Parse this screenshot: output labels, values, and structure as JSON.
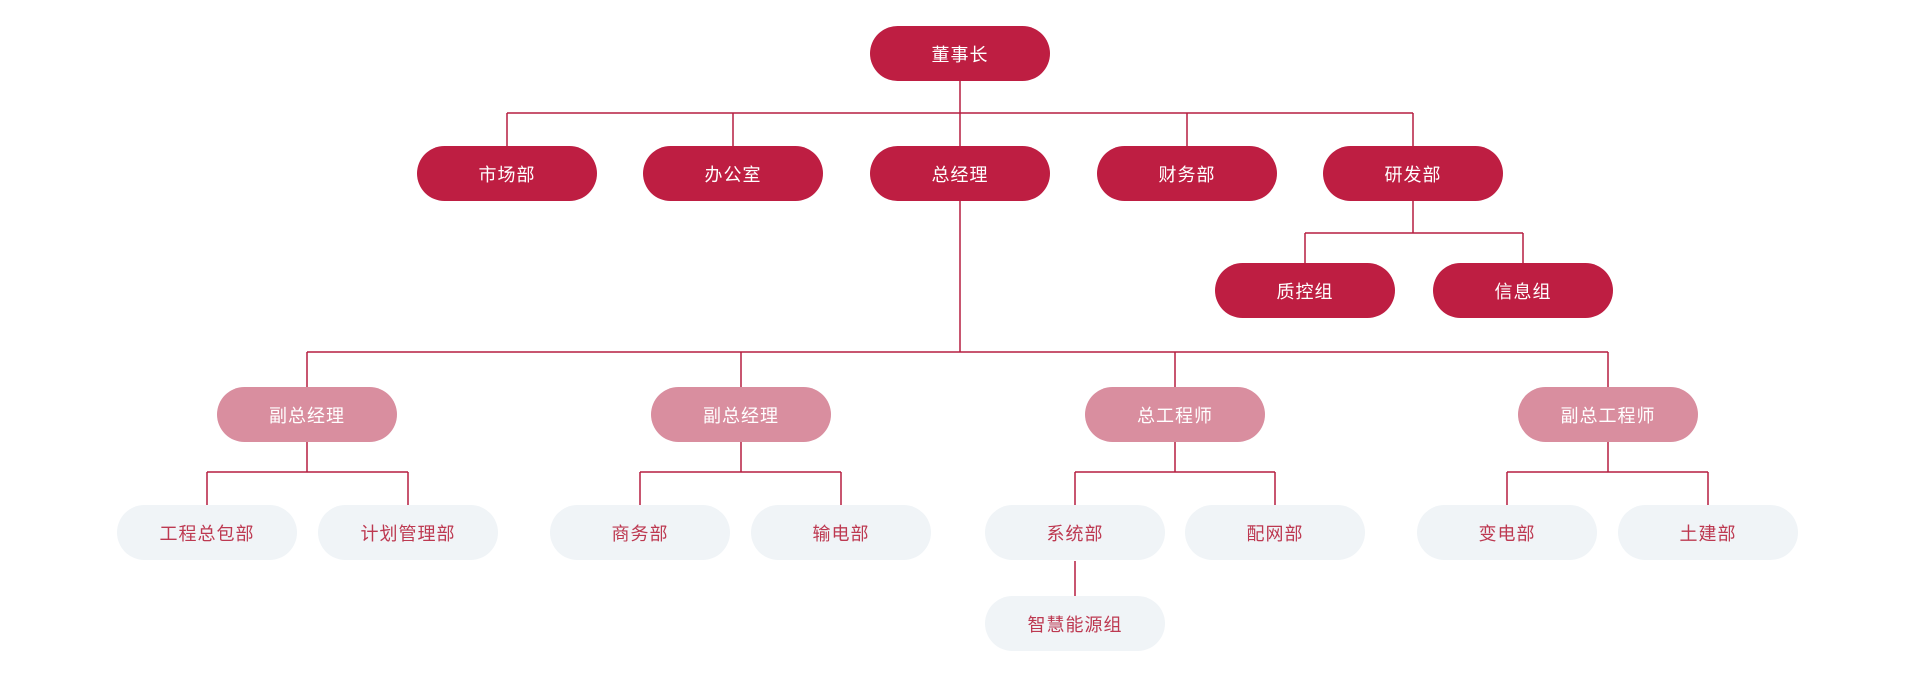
{
  "chart_title": "",
  "colors": {
    "primary": "#be1e42",
    "secondary": "#d98e9f",
    "tertiary_bg": "#f0f4f7",
    "tertiary_text": "#bd3951",
    "line": "#b61e40",
    "background": "#ffffff"
  },
  "org": {
    "label": "董事长",
    "children": [
      {
        "label": "市场部",
        "children": []
      },
      {
        "label": "办公室",
        "children": []
      },
      {
        "label": "总经理",
        "children": [
          {
            "label": "副总经理",
            "children": [
              {
                "label": "工程总包部",
                "children": []
              },
              {
                "label": "计划管理部",
                "children": []
              }
            ]
          },
          {
            "label": "副总经理",
            "children": [
              {
                "label": "商务部",
                "children": []
              },
              {
                "label": "输电部",
                "children": []
              }
            ]
          },
          {
            "label": "总工程师",
            "children": [
              {
                "label": "系统部",
                "children": [
                  {
                    "label": "智慧能源组",
                    "children": []
                  }
                ]
              },
              {
                "label": "配网部",
                "children": []
              }
            ]
          },
          {
            "label": "副总工程师",
            "children": [
              {
                "label": "变电部",
                "children": []
              },
              {
                "label": "土建部",
                "children": []
              }
            ]
          }
        ]
      },
      {
        "label": "财务部",
        "children": []
      },
      {
        "label": "研发部",
        "children": [
          {
            "label": "质控组",
            "children": []
          },
          {
            "label": "信息组",
            "children": []
          }
        ]
      }
    ]
  }
}
